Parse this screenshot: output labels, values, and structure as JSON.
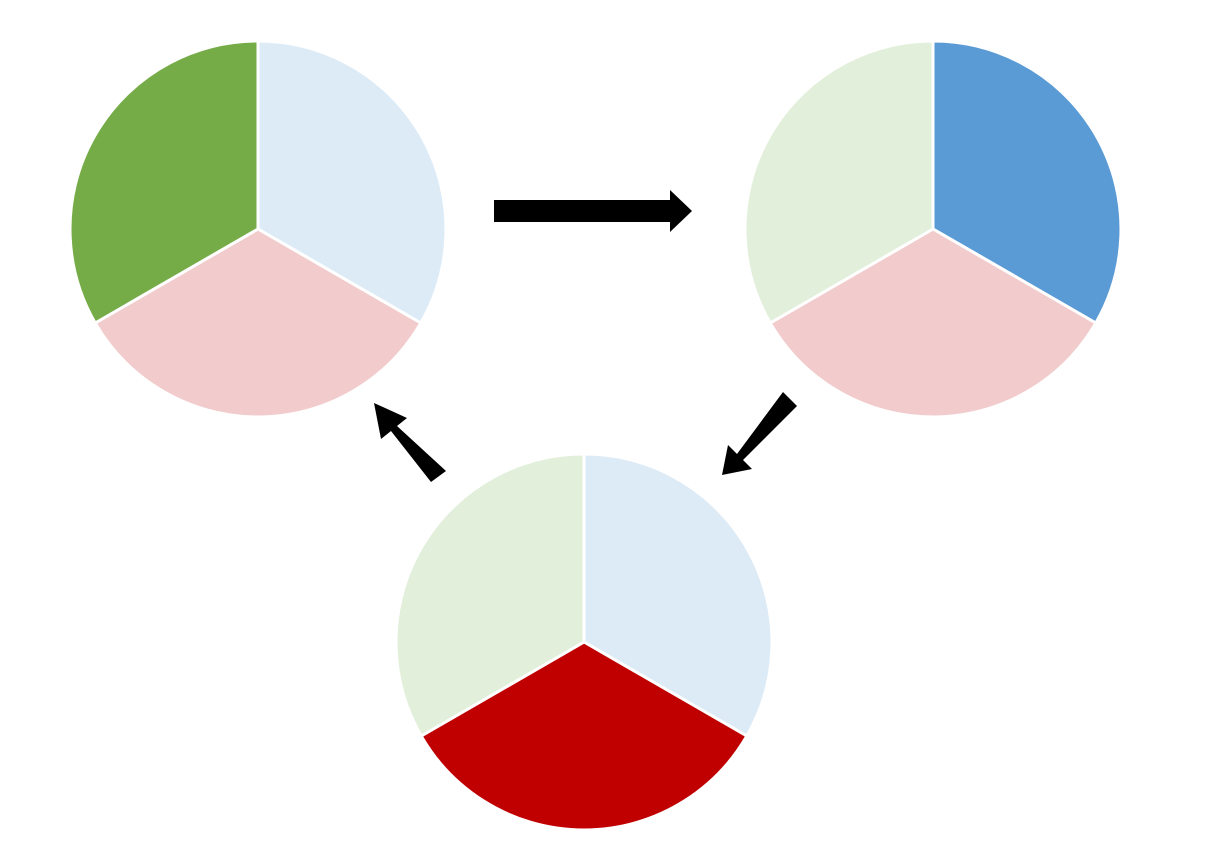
{
  "diagram": {
    "type": "cycle-of-pie-charts",
    "slices_per_pie": 3,
    "flow": [
      "pie-top-left",
      "pie-top-right",
      "pie-bottom",
      "pie-top-left"
    ],
    "palette": {
      "green": "#76AC48",
      "light_green": "#E2EFDA",
      "blue": "#5B9BD5",
      "light_blue": "#DDEBF7",
      "red": "#C00000",
      "light_red": "#F2CBCC",
      "arrow": "#000000"
    },
    "pies": [
      {
        "id": "pie-top-left",
        "highlighted_slice": "green",
        "slices": [
          {
            "id": "top-right-sector",
            "value": 1,
            "color": "#DDEBF7"
          },
          {
            "id": "bottom-sector",
            "value": 1,
            "color": "#F2CBCC"
          },
          {
            "id": "top-left-sector",
            "value": 1,
            "color": "#76AC48"
          }
        ]
      },
      {
        "id": "pie-top-right",
        "highlighted_slice": "blue",
        "slices": [
          {
            "id": "top-right-sector",
            "value": 1,
            "color": "#5B9BD5"
          },
          {
            "id": "bottom-sector",
            "value": 1,
            "color": "#F2CBCC"
          },
          {
            "id": "top-left-sector",
            "value": 1,
            "color": "#E2EFDA"
          }
        ]
      },
      {
        "id": "pie-bottom",
        "highlighted_slice": "red",
        "slices": [
          {
            "id": "top-right-sector",
            "value": 1,
            "color": "#DDEBF7"
          },
          {
            "id": "bottom-sector",
            "value": 1,
            "color": "#C00000"
          },
          {
            "id": "top-left-sector",
            "value": 1,
            "color": "#E2EFDA"
          }
        ]
      }
    ]
  }
}
